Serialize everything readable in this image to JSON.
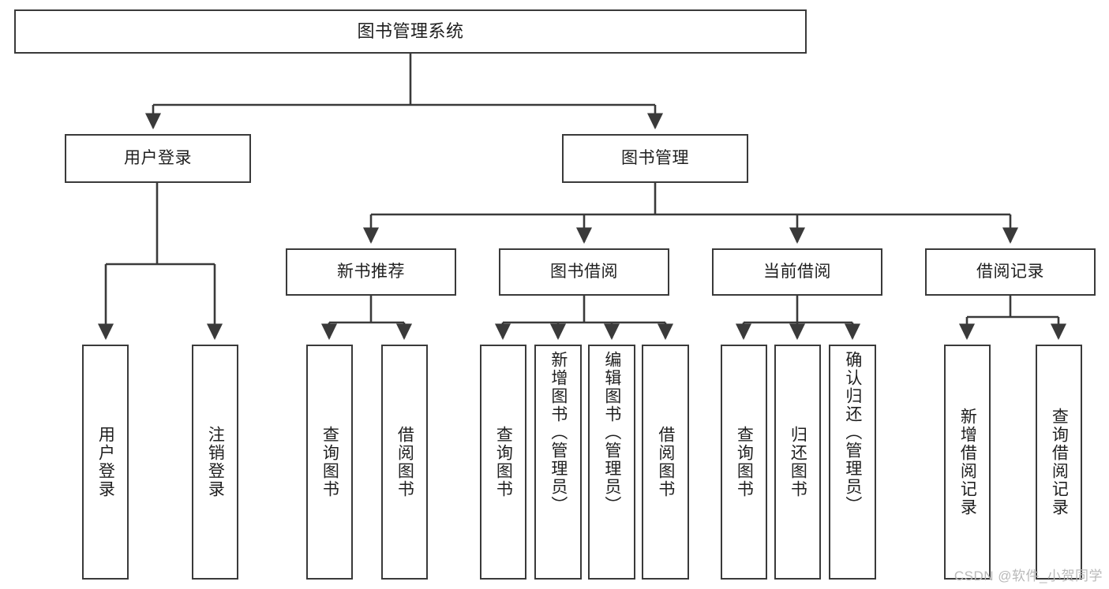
{
  "diagram": {
    "title": "图书管理系统",
    "type": "hierarchy-tree",
    "root": {
      "label": "图书管理系统"
    },
    "level2": [
      {
        "label": "用户登录"
      },
      {
        "label": "图书管理"
      }
    ],
    "level3": [
      {
        "label": "新书推荐"
      },
      {
        "label": "图书借阅"
      },
      {
        "label": "当前借阅"
      },
      {
        "label": "借阅记录"
      }
    ],
    "leaves": {
      "user_login": [
        {
          "label": "用户登录"
        },
        {
          "label": "注销登录"
        }
      ],
      "new_book_recommend": [
        {
          "label": "查询图书"
        },
        {
          "label": "借阅图书"
        }
      ],
      "book_borrow": [
        {
          "label": "查询图书"
        },
        {
          "label": "新增图书（管理员）"
        },
        {
          "label": "编辑图书（管理员）"
        },
        {
          "label": "借阅图书"
        }
      ],
      "current_borrow": [
        {
          "label": "查询图书"
        },
        {
          "label": "归还图书"
        },
        {
          "label": "确认归还（管理员）"
        }
      ],
      "borrow_record": [
        {
          "label": "新增借阅记录"
        },
        {
          "label": "查询借阅记录"
        }
      ]
    }
  },
  "watermark": {
    "text": "CSDN @软件_小贺同学"
  },
  "colors": {
    "box_border": "#3a3a3a",
    "box_fill": "#ffffff",
    "text": "#1f1f1f",
    "edge": "#3a3a3a",
    "watermark": "#b9b9b9"
  }
}
